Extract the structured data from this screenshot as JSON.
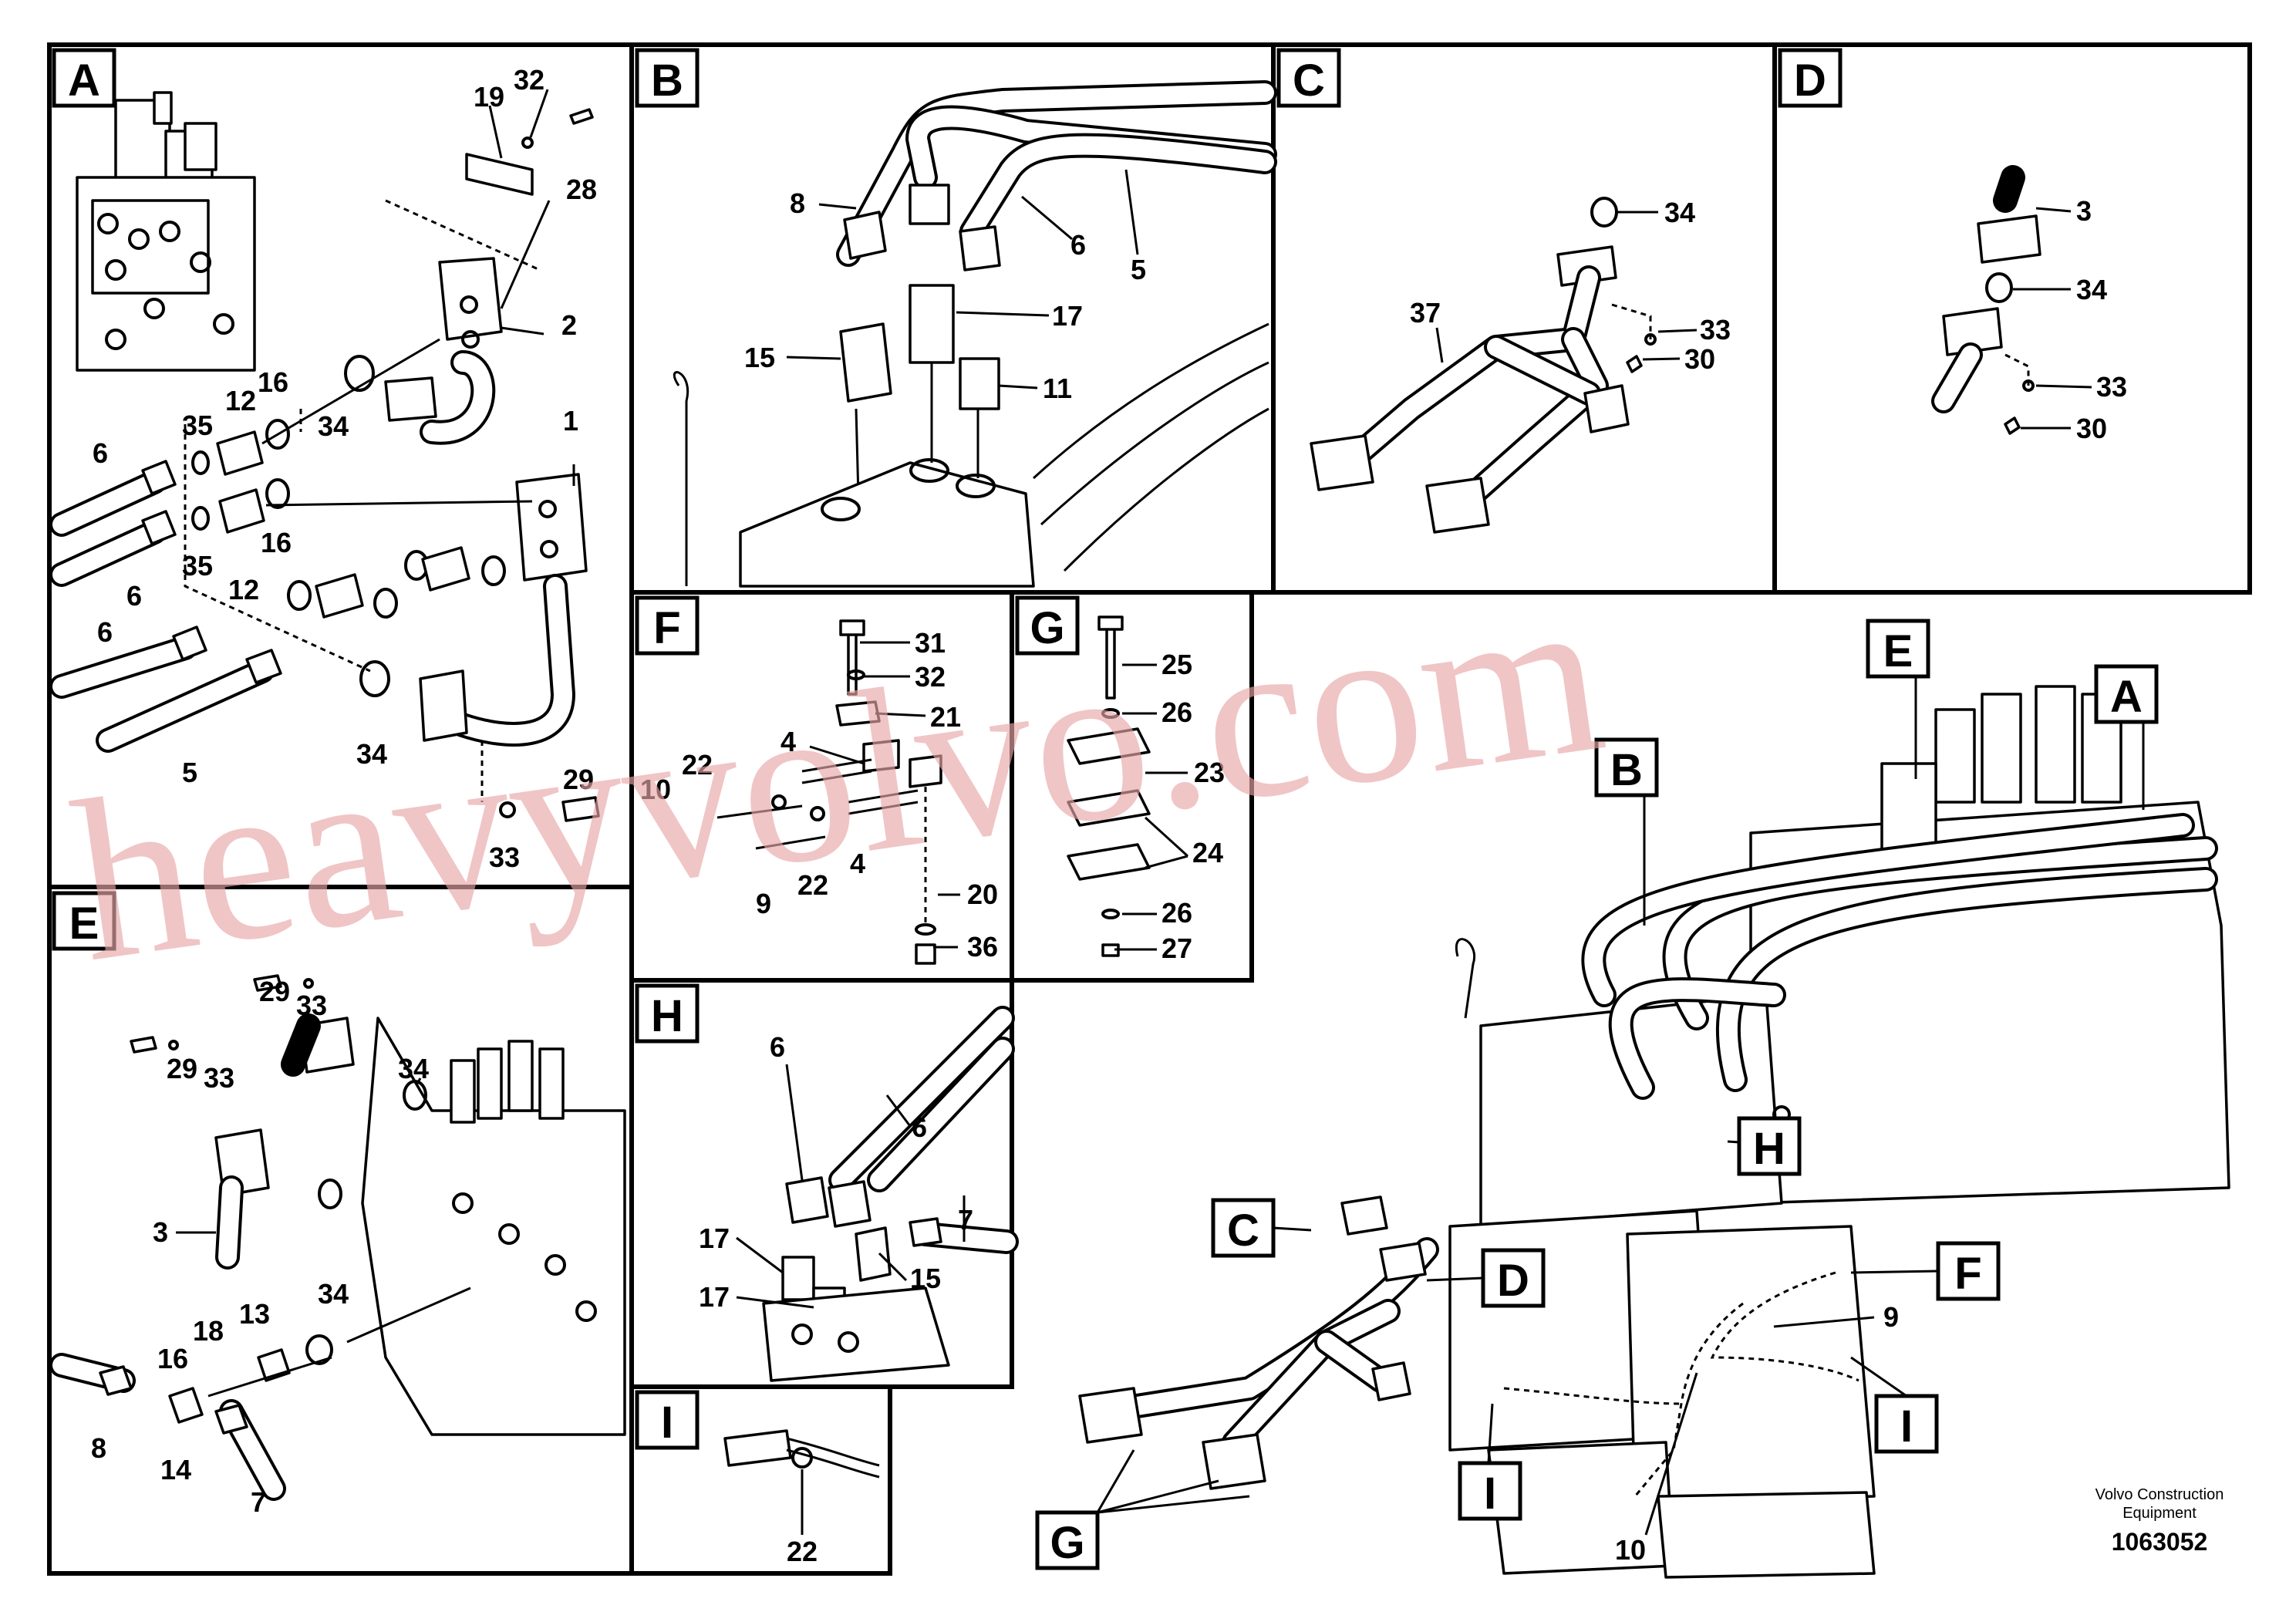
{
  "panels": {
    "A": "A",
    "B": "B",
    "C": "C",
    "D": "D",
    "E": "E",
    "F": "F",
    "G": "G",
    "H": "H",
    "I": "I"
  },
  "callouts": {
    "A": [
      "19",
      "32",
      "28",
      "2",
      "1",
      "16",
      "34",
      "35",
      "12",
      "16",
      "35",
      "12",
      "6",
      "6",
      "6",
      "5",
      "34",
      "29",
      "33"
    ],
    "B": [
      "8",
      "6",
      "5",
      "17",
      "15",
      "11"
    ],
    "C": [
      "34",
      "37",
      "33",
      "30"
    ],
    "D": [
      "3",
      "34",
      "33",
      "30"
    ],
    "E": [
      "29",
      "33",
      "29",
      "33",
      "34",
      "3",
      "34",
      "13",
      "18",
      "16",
      "8",
      "14",
      "7"
    ],
    "F": [
      "31",
      "32",
      "21",
      "4",
      "22",
      "10",
      "4",
      "9",
      "22",
      "20",
      "36"
    ],
    "G": [
      "25",
      "26",
      "23",
      "24",
      "26",
      "27"
    ],
    "H": [
      "6",
      "6",
      "17",
      "17",
      "15",
      "7"
    ],
    "I": [
      "22"
    ],
    "main": [
      "9",
      "10"
    ]
  },
  "overview_tags": [
    "E",
    "A",
    "B",
    "H",
    "C",
    "D",
    "F",
    "I",
    "I",
    "G"
  ],
  "watermark": "heavyvolvo.com",
  "footer": {
    "company": "Volvo Construction",
    "company2": "Equipment",
    "doc_number": "1063052"
  },
  "colors": {
    "line": "#000000",
    "watermark": "#e8a6a8",
    "background": "#ffffff"
  }
}
